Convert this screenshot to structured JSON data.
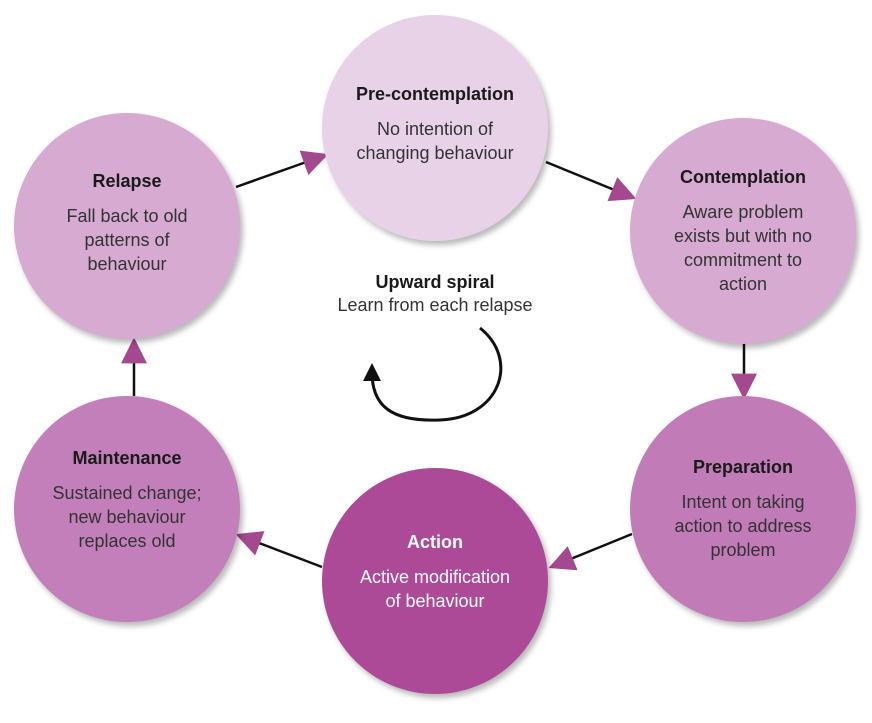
{
  "stages": {
    "precontemplation": {
      "title": "Pre-contemplation",
      "desc": "No intention of changing behaviour",
      "color": "#e8d2e7"
    },
    "contemplation": {
      "title": "Contemplation",
      "desc": "Aware problem exists but with no commitment to action",
      "color": "#d6aad1"
    },
    "preparation": {
      "title": "Preparation",
      "desc": "Intent on taking action to address problem",
      "color": "#c17bb7"
    },
    "action": {
      "title": "Action",
      "desc": "Active modification of behaviour",
      "color": "#ad4a98"
    },
    "maintenance": {
      "title": "Maintenance",
      "desc": "Sustained change; new behaviour replaces old",
      "color": "#c27fb9"
    },
    "relapse": {
      "title": "Relapse",
      "desc": "Fall back to old patterns of behaviour",
      "color": "#d6aad1"
    }
  },
  "center": {
    "title": "Upward spiral",
    "desc": "Learn from each relapse"
  },
  "arrow_color": "#a4488f"
}
